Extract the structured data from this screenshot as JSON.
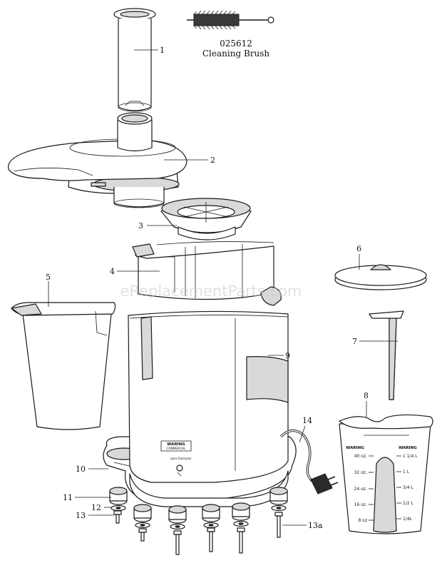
{
  "watermark": "eReplacementParts.com",
  "brush": {
    "part_number": "025612",
    "name": "Cleaning Brush"
  },
  "callouts": {
    "c1": "1",
    "c2": "2",
    "c3": "3",
    "c4": "4",
    "c5": "5",
    "c6": "6",
    "c7": "7",
    "c8": "8",
    "c9": "9",
    "c10": "10",
    "c11": "11",
    "c12": "12",
    "c13": "13",
    "c13a": "13a",
    "c14": "14"
  },
  "base_label": {
    "brand": "WARING",
    "line": "COMMERCIAL",
    "product": "Juice Extractor"
  },
  "cup": {
    "brand_left": "WARING",
    "brand_right": "WARING",
    "oz_marks": [
      "40 oz.",
      "32 oz.",
      "24 oz.",
      "16 oz.",
      "8 oz"
    ],
    "liter_marks": [
      "1 1/4 L",
      "1 L",
      "3/4 L",
      "1/2 L",
      "1/4L"
    ]
  }
}
